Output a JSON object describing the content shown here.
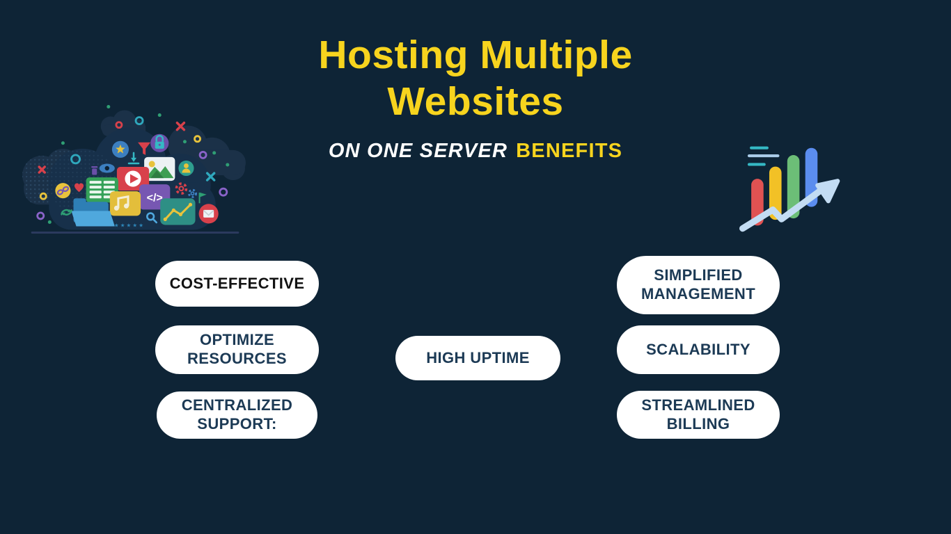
{
  "page": {
    "background_color": "#0E2436",
    "accent_yellow": "#F7D41E",
    "pill_background": "#FFFFFF",
    "pill_text_color": "#1C3A55"
  },
  "header": {
    "title_line1": "Hosting Multiple",
    "title_line2": "Websites",
    "subtitle": {
      "prefix": "ON ONE SERVER",
      "accent": "BENEFITS"
    }
  },
  "benefits": {
    "left": [
      {
        "label": "COST-EFFECTIVE"
      },
      {
        "label": "OPTIMIZE RESOURCES"
      },
      {
        "label": "CENTRALIZED SUPPORT:"
      }
    ],
    "center": [
      {
        "label": "HIGH UPTIME"
      }
    ],
    "right": [
      {
        "label": "SIMPLIFIED MANAGEMENT"
      },
      {
        "label": "SCALABILITY"
      },
      {
        "label": "STREAMLINED BILLING"
      }
    ]
  },
  "illustrations": {
    "cloud_apps": {
      "description": "cloud made of colorful app icons",
      "code_glyph": "</>",
      "rating_stars": "★ ★ ★ ★ ★",
      "icons": [
        "play-video-icon",
        "image-icon",
        "code-icon",
        "music-icon",
        "folder-icon",
        "document-list-icon",
        "line-chart-icon",
        "mail-icon",
        "lock-icon",
        "star-icon",
        "person-icon",
        "gear-icon",
        "funnel-icon",
        "download-icon",
        "eye-icon",
        "trash-icon",
        "heart-icon",
        "link-icon",
        "sync-icon",
        "magnifier-icon",
        "flag-icon",
        "rating-stars-icon"
      ]
    },
    "growth_chart": {
      "description": "rising bar chart with upward arrow",
      "bar_colors": [
        "#E05252",
        "#F2C126",
        "#6CBE77",
        "#5B8DEF"
      ],
      "arrow_color": "#C3DCF3"
    }
  }
}
